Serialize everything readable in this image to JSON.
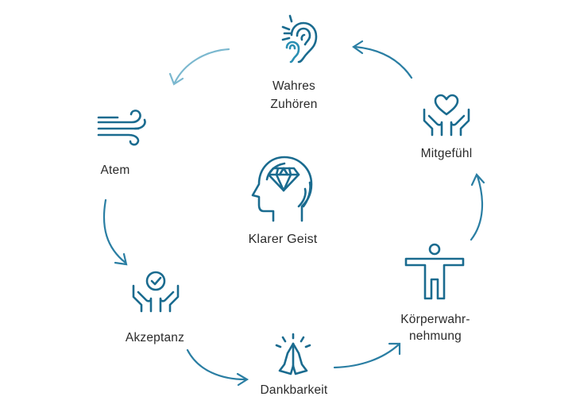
{
  "diagram": {
    "center": {
      "label": "Klarer Geist",
      "icon": "head-diamond-icon"
    },
    "nodes": [
      {
        "id": "wahres-zuhoeren",
        "label": "Wahres\nZuhören",
        "icon": "ear-icon"
      },
      {
        "id": "mitgefuehl",
        "label": "Mitgefühl",
        "icon": "hands-heart-icon"
      },
      {
        "id": "koerperwahrnehmung",
        "label": "Körperwahr-\nnehmung",
        "icon": "body-figure-icon"
      },
      {
        "id": "dankbarkeit",
        "label": "Dankbarkeit",
        "icon": "praying-hands-icon"
      },
      {
        "id": "akzeptanz",
        "label": "Akzeptanz",
        "icon": "hands-check-icon"
      },
      {
        "id": "atem",
        "label": "Atem",
        "icon": "wind-icon"
      }
    ],
    "colors": {
      "icon": "#1a6b8f",
      "arrow": "#2a7ea3",
      "arrow_light": "#7bb8cf",
      "text": "#2b2b2b"
    }
  }
}
